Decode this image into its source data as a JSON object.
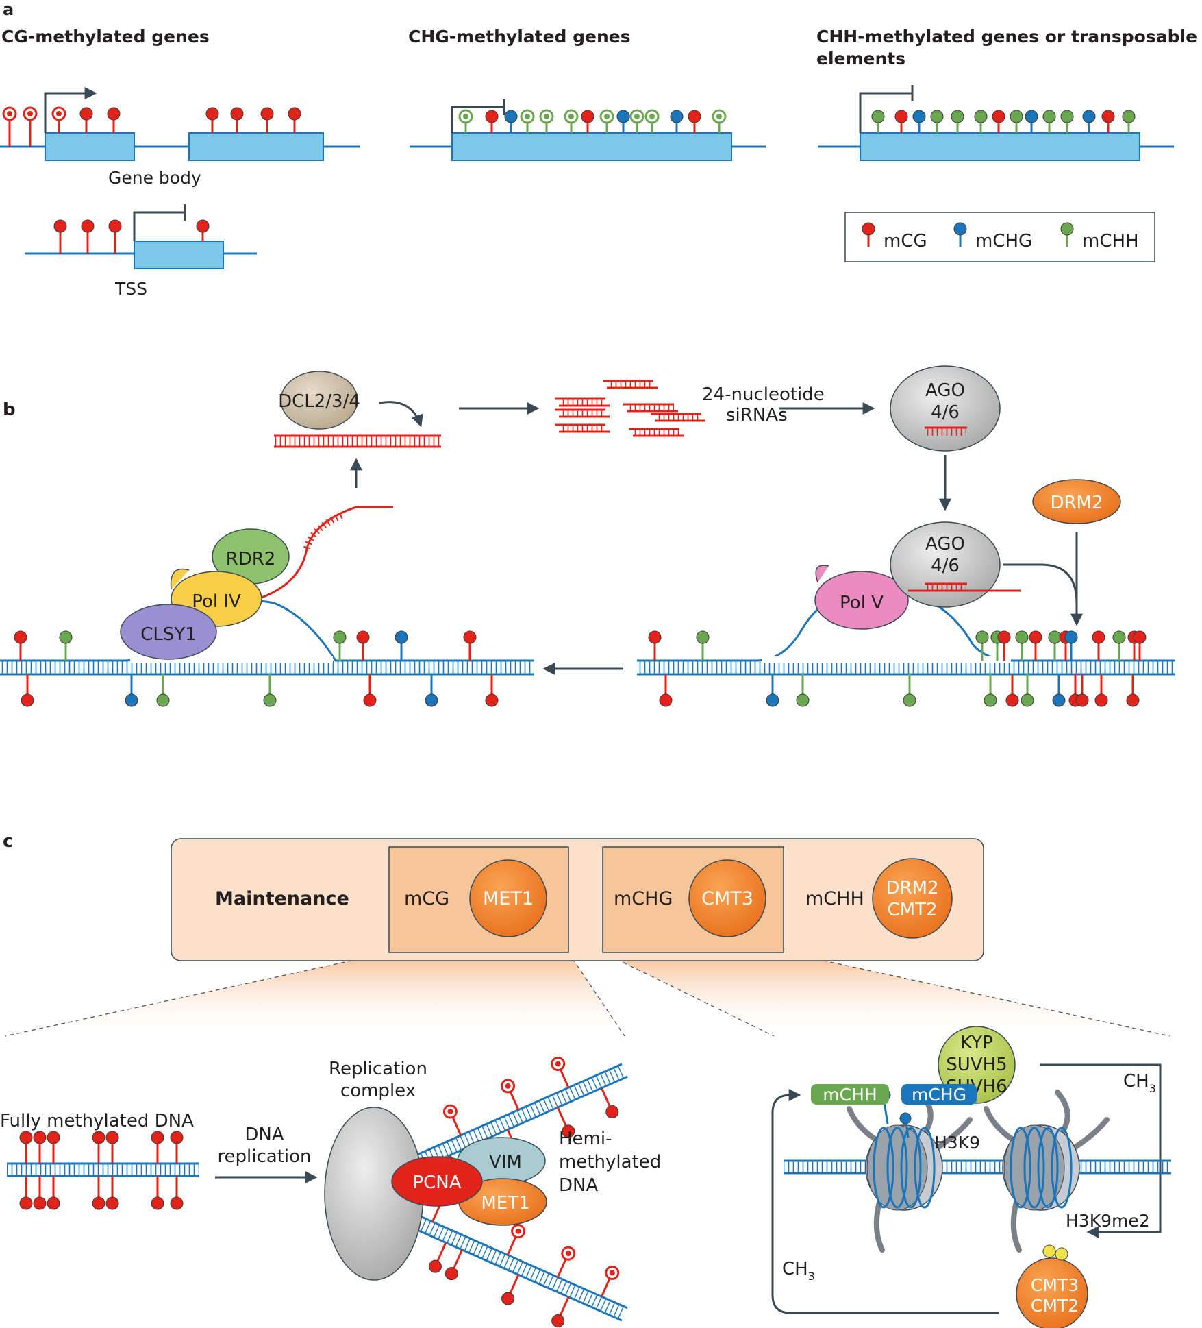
{
  "panel_a": {
    "letter": "a",
    "col1_title": "CG-methylated genes",
    "col2_title": "CHG-methylated genes",
    "col3_title_line1": "CHH-methylated genes or transposable",
    "col3_title_line2": "elements",
    "gene_body_label": "Gene body",
    "tss_label": "TSS",
    "legend": {
      "mcg": "mCG",
      "mchg": "mCHG",
      "mchh": "mCHH"
    }
  },
  "panel_b": {
    "letter": "b",
    "dcl": "DCL2/3/4",
    "sirna_line1": "24-nucleotide",
    "sirna_line2": "siRNAs",
    "ago_line1": "AGO",
    "ago_line2": "4/6",
    "drm2": "DRM2",
    "rdr2": "RDR2",
    "pol4": "Pol IV",
    "clsy1": "CLSY1",
    "pol5": "Pol V"
  },
  "panel_c": {
    "letter": "c",
    "maintenance": "Maintenance",
    "mcg": "mCG",
    "met1": "MET1",
    "mchg": "mCHG",
    "cmt3": "CMT3",
    "mchh": "mCHH",
    "drm2": "DRM2",
    "cmt2": "CMT2",
    "fully_methylated": "Fully methylated DNA",
    "dna_repl_line1": "DNA",
    "dna_repl_line2": "replication",
    "repl_complex_line1": "Replication",
    "repl_complex_line2": "complex",
    "pcna": "PCNA",
    "vim": "VIM",
    "hemi_line1": "Hemi-",
    "hemi_line2": "methylated",
    "hemi_line3": "DNA",
    "kyp": "KYP",
    "suvh5": "SUVH5",
    "suvh6": "SUVH6",
    "ch3": "CH",
    "ch3_sub": "3",
    "h3k9": "H3K9",
    "h3k9me2": "H3K9me2",
    "tag_mchh": "mCHH",
    "tag_mchg": "mCHG"
  },
  "colors": {
    "dna": "#1b75bb",
    "gene_box": "#7dc8e8",
    "mcg": "#e2231a",
    "mchg": "#1b75bb",
    "mchh": "#6aa84f",
    "arrow": "#3a4a55",
    "enzyme": "#f08a2e",
    "highlight": "#f7c59a"
  }
}
